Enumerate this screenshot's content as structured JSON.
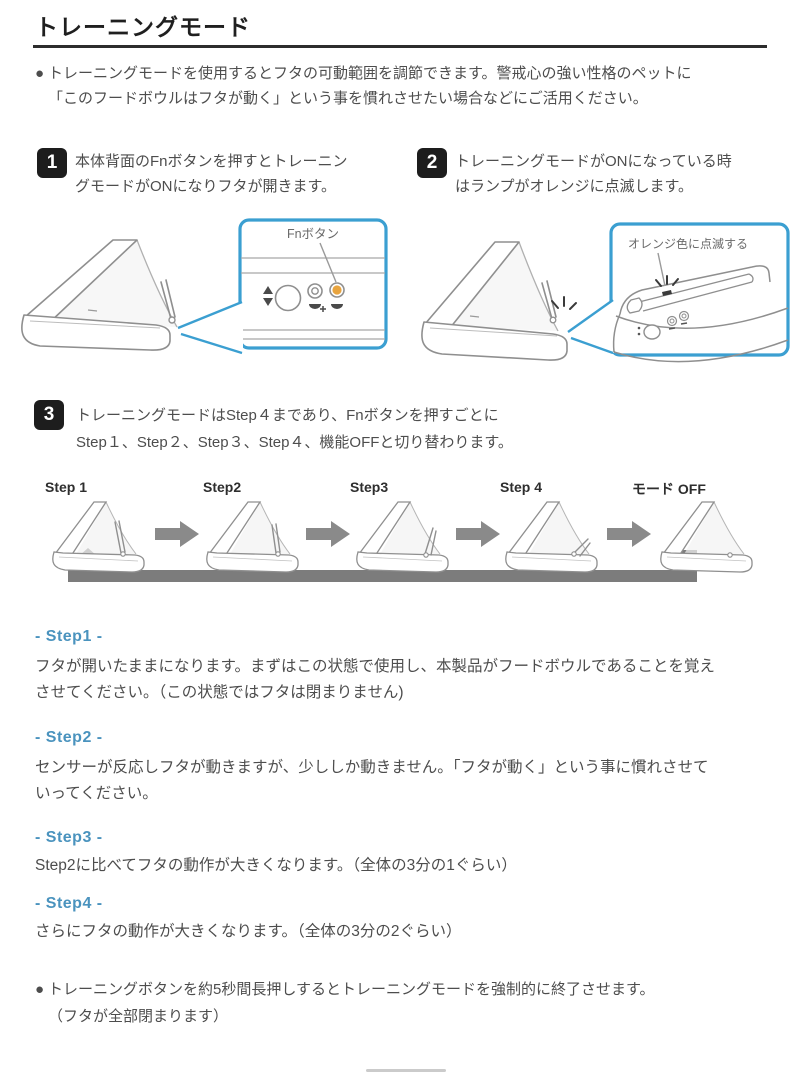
{
  "title": "トレーニングモード",
  "intro": {
    "bullet": "●",
    "lines": [
      "トレーニングモードを使用するとフタの可動範囲を調節できます。警戒心の強い性格のペットに",
      "「このフードボウルはフタが動く」という事を慣れさせたい場合などにご活用ください。"
    ]
  },
  "instructions": [
    {
      "num": "1",
      "lines": [
        "本体背面のFnボタンを押すとトレーニン",
        "グモードがONになりフタが開きます。"
      ]
    },
    {
      "num": "2",
      "lines": [
        "トレーニングモードがONになっている時",
        "はランプがオレンジに点滅します。"
      ]
    },
    {
      "num": "3",
      "lines": [
        "トレーニングモードはStep４まであり、Fnボタンを押すごとに",
        "Step１、Step２、Step３、Step４、機能OFFと切り替わります。"
      ]
    }
  ],
  "figure1": {
    "callout_label": "Fnボタン"
  },
  "figure2": {
    "callout_label": "オレンジ色に点滅する"
  },
  "sequence": {
    "labels": [
      "Step 1",
      "Step2",
      "Step3",
      "Step 4",
      "モード OFF"
    ]
  },
  "step_details": [
    {
      "heading": "- Step1 -",
      "body": [
        "フタが開いたままになります。まずはこの状態で使用し、本製品がフードボウルであることを覚え",
        "させてください。（この状態ではフタは閉まりません)"
      ]
    },
    {
      "heading": "- Step2 -",
      "body": [
        "センサーが反応しフタが動きますが、少ししか動きません。「フタが動く」という事に慣れさせて",
        "いってください。"
      ]
    },
    {
      "heading": "- Step3 -",
      "body": [
        "Step2に比べてフタの動作が大きくなります。（全体の3分の1ぐらい）"
      ]
    },
    {
      "heading": "- Step4 -",
      "body": [
        "さらにフタの動作が大きくなります。（全体の3分の2ぐらい）"
      ]
    }
  ],
  "footer": {
    "bullet": "●",
    "lines": [
      "トレーニングボタンを約5秒間長押しするとトレーニングモードを強制的に終了させます。",
      "（フタが全部閉まります）"
    ]
  },
  "colors": {
    "accent_blue": "#3b9fd1",
    "heading_blue": "#4a93be",
    "fn_orange": "#e8a43f",
    "arrow_gray": "#8a8a8a"
  }
}
